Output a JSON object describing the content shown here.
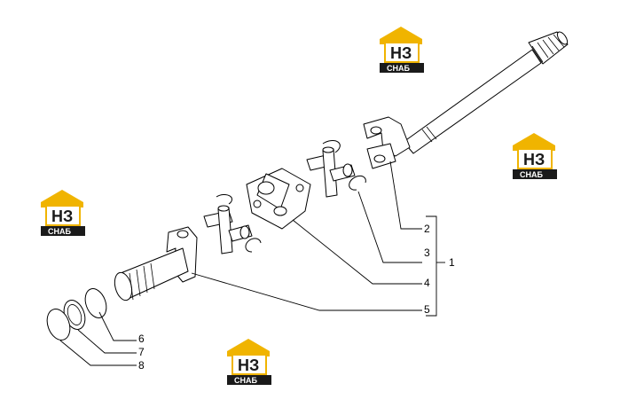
{
  "callouts": [
    {
      "id": "c2",
      "label": "2"
    },
    {
      "id": "c3",
      "label": "3"
    },
    {
      "id": "c4",
      "label": "4"
    },
    {
      "id": "c5",
      "label": "5"
    },
    {
      "id": "c1",
      "label": "1"
    },
    {
      "id": "c6",
      "label": "6"
    },
    {
      "id": "c7",
      "label": "7"
    },
    {
      "id": "c8",
      "label": "8"
    }
  ],
  "watermark": {
    "letters": "НЗ",
    "caption": "СНАБ",
    "colors": {
      "roof": "#f0b400",
      "plate": "#1a1a1a",
      "text": "#ffffff",
      "letter_dark": "#1a1a1a"
    }
  }
}
